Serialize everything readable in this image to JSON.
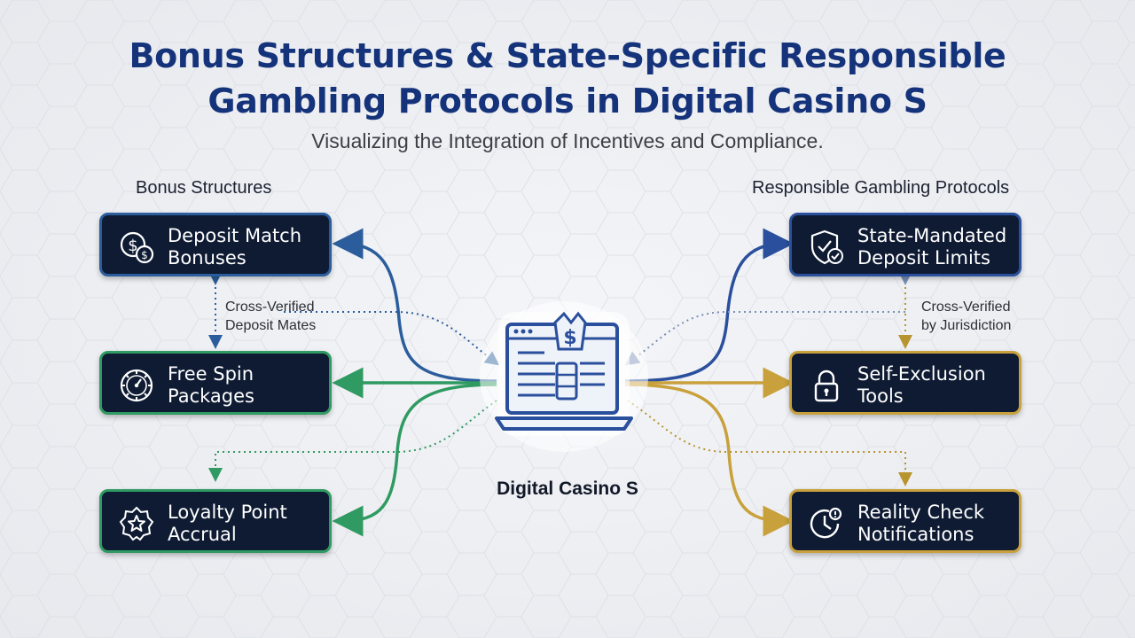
{
  "title": {
    "line1": "Bonus Structures & State-Specific Responsible",
    "line2": "Gambling Protocols in Digital Casino S"
  },
  "subtitle": "Visualizing the Integration of Incentives and Compliance.",
  "columns": {
    "left": "Bonus Structures",
    "right": "Responsible Gambling Protocols"
  },
  "left_nodes": [
    {
      "icon": "dollar-coins-icon",
      "line1": "Deposit Match",
      "line2": "Bonuses"
    },
    {
      "icon": "wheel-icon",
      "line1": "Free Spin",
      "line2": "Packages"
    },
    {
      "icon": "star-badge-icon",
      "line1": "Loyalty Point",
      "line2": "Accrual"
    }
  ],
  "right_nodes": [
    {
      "icon": "shield-check-icon",
      "line1": "State-Mandated",
      "line2": "Deposit Limits"
    },
    {
      "icon": "padlock-icon",
      "line1": "Self-Exclusion",
      "line2": "Tools"
    },
    {
      "icon": "clock-alert-icon",
      "line1": "Reality Check",
      "line2": "Notifications"
    }
  ],
  "notes": {
    "left": {
      "line1": "Cross-Verified",
      "line2": "Deposit Mates"
    },
    "right": {
      "line1": "Cross-Verified",
      "line2": "by Jurisdiction"
    }
  },
  "hub": {
    "icon": "laptop-casino-icon",
    "label": "Digital Casino S"
  },
  "colors": {
    "title": "#15337a",
    "node_bg": "#0e1b33",
    "blue": "#2b5d9c",
    "green": "#2f9a61",
    "gold": "#c9a13c",
    "navy": "#2a4f9c"
  }
}
